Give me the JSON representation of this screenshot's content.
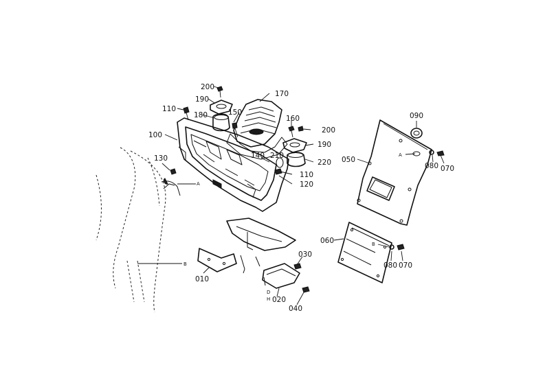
{
  "diagram": {
    "callouts": {
      "c200_top": "200",
      "c190_top": "190",
      "c170": "170",
      "c110_top": "110",
      "c180": "180",
      "c150": "150",
      "c160": "160",
      "c200_right": "200",
      "c100": "100",
      "c190_right": "190",
      "c140": "140",
      "c210": "210",
      "c220": "220",
      "c130": "130",
      "c110_bottom": "110",
      "c120": "120",
      "c090": "090",
      "c050": "050",
      "c080_top": "080",
      "c070_top": "070",
      "c060": "060",
      "c080_bottom": "080",
      "c070_bottom": "070",
      "c030": "030",
      "c010": "010",
      "c020": "020",
      "c040": "040"
    },
    "refs": {
      "ref_a_left": "A",
      "ref_a_right": "A",
      "ref_b_left": "B",
      "ref_b_right": "B",
      "ref_d": "D",
      "ref_h": "H"
    }
  }
}
